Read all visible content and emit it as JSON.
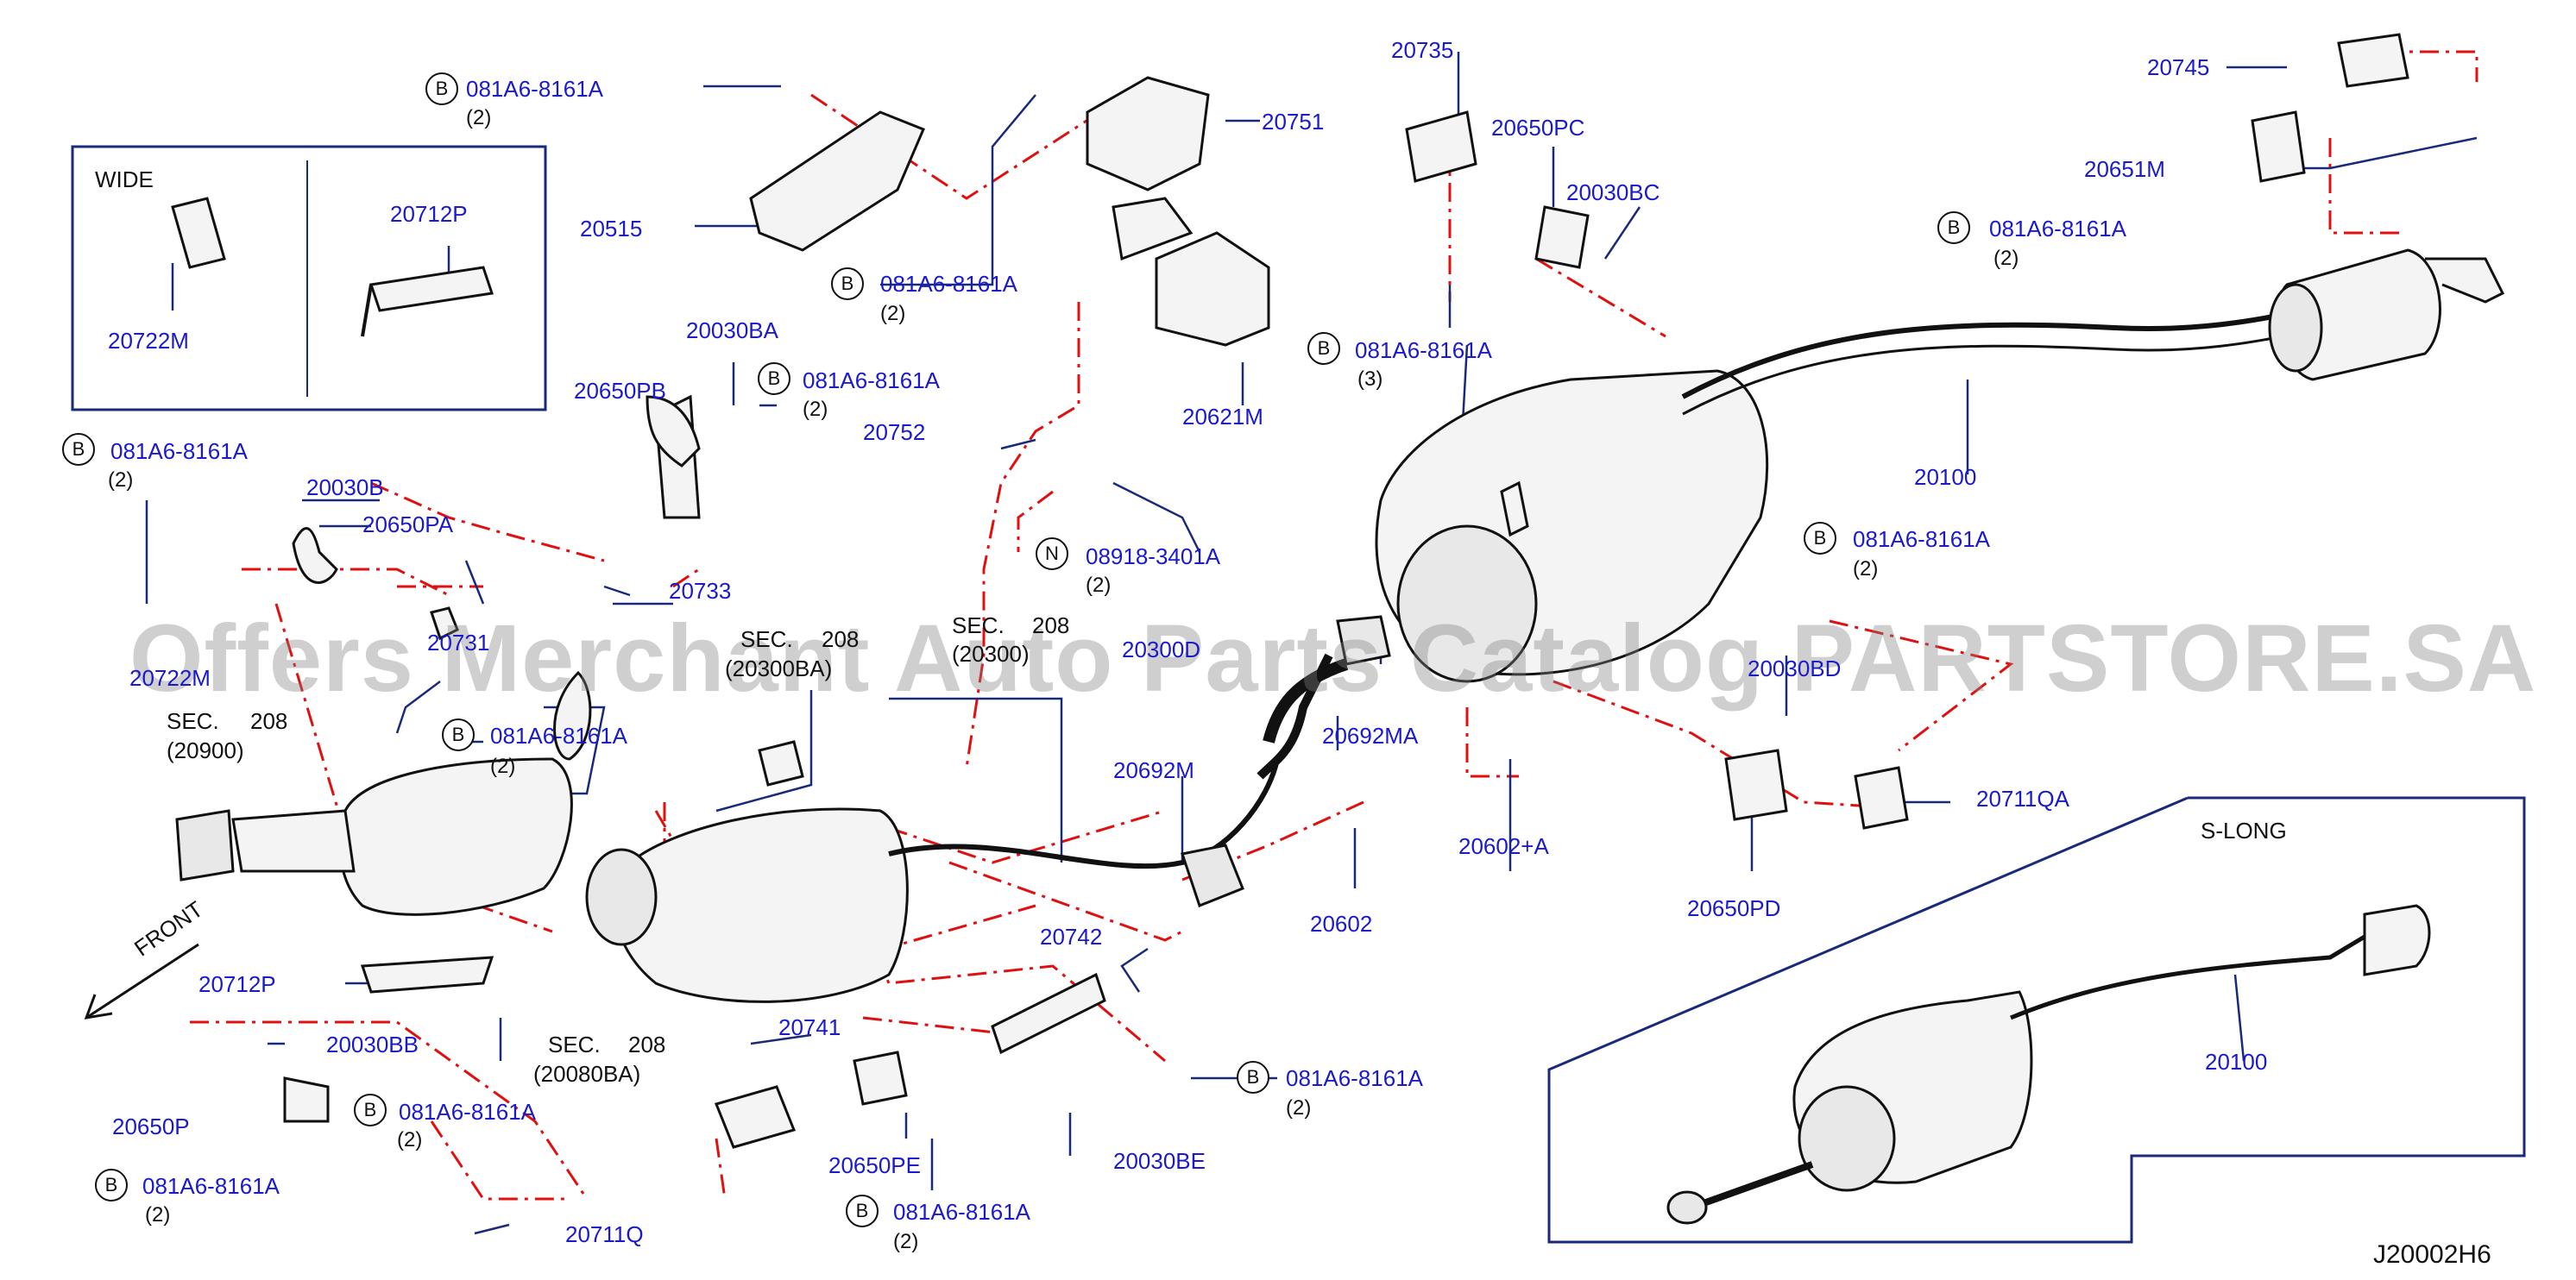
{
  "diagram_id": "J20002H6",
  "watermark": "Offers Merchant Auto Parts Catalog PARTSTORE.SA",
  "front_label": "FRONT",
  "insets": {
    "wide": {
      "title": "WIDE",
      "parts": [
        "20712P",
        "20722M"
      ]
    },
    "s_long": {
      "title": "S-LONG",
      "parts": [
        "20100"
      ]
    }
  },
  "callouts": [
    {
      "id": "b1",
      "prefix": "B",
      "text": "081A6-8161A",
      "qty": "(2)"
    },
    {
      "id": "p20515",
      "text": "20515"
    },
    {
      "id": "b2",
      "prefix": "B",
      "text": "081A6-8161A",
      "qty": "(2)"
    },
    {
      "id": "p20751",
      "text": "20751"
    },
    {
      "id": "p20735",
      "text": "20735"
    },
    {
      "id": "p20650PC",
      "text": "20650PC"
    },
    {
      "id": "p20030BC",
      "text": "20030BC"
    },
    {
      "id": "b3",
      "prefix": "B",
      "text": "081A6-8161A",
      "qty": "(3)"
    },
    {
      "id": "p20745",
      "text": "20745"
    },
    {
      "id": "p20651M",
      "text": "20651M"
    },
    {
      "id": "b4",
      "prefix": "B",
      "text": "081A6-8161A",
      "qty": "(2)"
    },
    {
      "id": "p20621M",
      "text": "20621M"
    },
    {
      "id": "p20030BA",
      "text": "20030BA"
    },
    {
      "id": "b5",
      "prefix": "B",
      "text": "081A6-8161A",
      "qty": "(2)"
    },
    {
      "id": "p20650PB",
      "text": "20650PB"
    },
    {
      "id": "p20752",
      "text": "20752"
    },
    {
      "id": "b6",
      "prefix": "B",
      "text": "081A6-8161A",
      "qty": "(2)"
    },
    {
      "id": "p20030B",
      "text": "20030B"
    },
    {
      "id": "p20650PA",
      "text": "20650PA"
    },
    {
      "id": "p20733",
      "text": "20733"
    },
    {
      "id": "n1",
      "prefix": "N",
      "text": "08918-3401A",
      "qty": "(2)"
    },
    {
      "id": "p20100a",
      "text": "20100"
    },
    {
      "id": "b7",
      "prefix": "B",
      "text": "081A6-8161A",
      "qty": "(2)"
    },
    {
      "id": "p20731",
      "text": "20731"
    },
    {
      "id": "p20722M",
      "text": "20722M"
    },
    {
      "id": "b8",
      "prefix": "B",
      "text": "081A6-8161A",
      "qty": "(2)"
    },
    {
      "id": "p20300D",
      "text": "20300D"
    },
    {
      "id": "p20030BD",
      "text": "20030BD"
    },
    {
      "id": "p20692MA",
      "text": "20692MA"
    },
    {
      "id": "p20692M",
      "text": "20692M"
    },
    {
      "id": "p20602A",
      "text": "20602+A"
    },
    {
      "id": "p20711QA",
      "text": "20711QA"
    },
    {
      "id": "p20602",
      "text": "20602"
    },
    {
      "id": "p20650PD",
      "text": "20650PD"
    },
    {
      "id": "p20742",
      "text": "20742"
    },
    {
      "id": "p20712P",
      "text": "20712P"
    },
    {
      "id": "p20030BB",
      "text": "20030BB"
    },
    {
      "id": "p20741",
      "text": "20741"
    },
    {
      "id": "b9",
      "prefix": "B",
      "text": "081A6-8161A",
      "qty": "(2)"
    },
    {
      "id": "p20650P",
      "text": "20650P"
    },
    {
      "id": "b10",
      "prefix": "B",
      "text": "081A6-8161A",
      "qty": "(2)"
    },
    {
      "id": "p20650PE",
      "text": "20650PE"
    },
    {
      "id": "p20030BE",
      "text": "20030BE"
    },
    {
      "id": "b11",
      "prefix": "B",
      "text": "081A6-8161A",
      "qty": "(2)"
    },
    {
      "id": "p20711Q",
      "text": "20711Q"
    },
    {
      "id": "b12",
      "prefix": "B",
      "text": "081A6-8161A",
      "qty": "(2)"
    },
    {
      "id": "p20100b",
      "text": "20100"
    },
    {
      "id": "p20712Pw",
      "text": "20712P"
    },
    {
      "id": "p20722Mw",
      "text": "20722M"
    }
  ],
  "sections": [
    {
      "id": "s1",
      "label": "SEC.",
      "num": "208",
      "ref": "(20900)"
    },
    {
      "id": "s2",
      "label": "SEC.",
      "num": "208",
      "ref": "(20300BA)"
    },
    {
      "id": "s3",
      "label": "SEC.",
      "num": "208",
      "ref": "(20300)"
    },
    {
      "id": "s4",
      "label": "SEC.",
      "num": "208",
      "ref": "(20080BA)"
    }
  ],
  "colors": {
    "callout": "#1a1acc",
    "section_num": "#7a22b0",
    "dash": "#e01010",
    "line": "#111111",
    "box": "#1a2a7a"
  }
}
